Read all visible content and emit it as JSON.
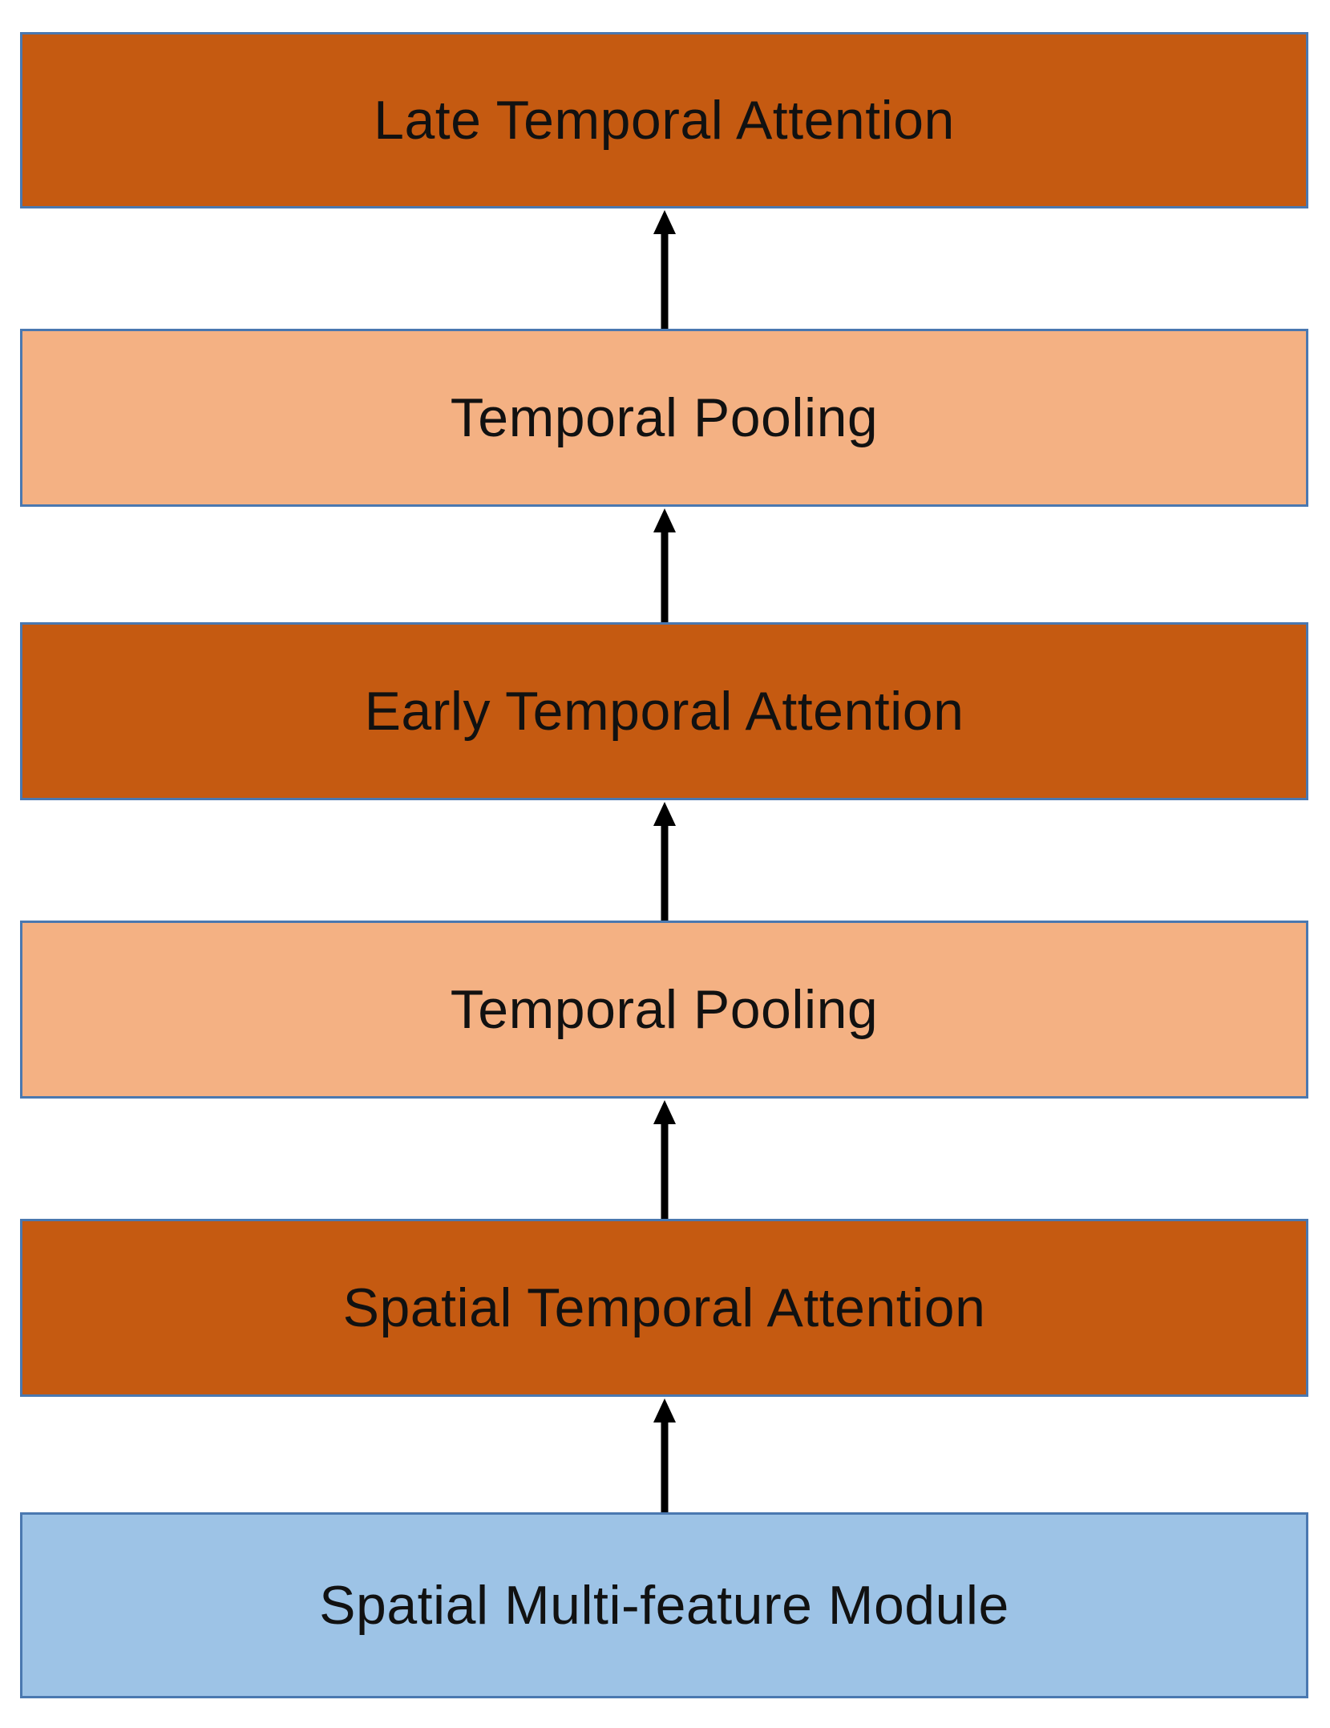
{
  "diagram": {
    "blocks": [
      {
        "label": "Late Temporal Attention",
        "color": "#c55a11"
      },
      {
        "label": "Temporal Pooling",
        "color": "#f4b183"
      },
      {
        "label": "Early Temporal Attention",
        "color": "#c55a11"
      },
      {
        "label": "Temporal Pooling",
        "color": "#f4b183"
      },
      {
        "label": "Spatial Temporal Attention",
        "color": "#c55a11"
      },
      {
        "label": "Spatial Multi-feature Module",
        "color": "#9dc3e6"
      }
    ],
    "arrow_color": "#000000",
    "border_color": "#4a78b0"
  }
}
